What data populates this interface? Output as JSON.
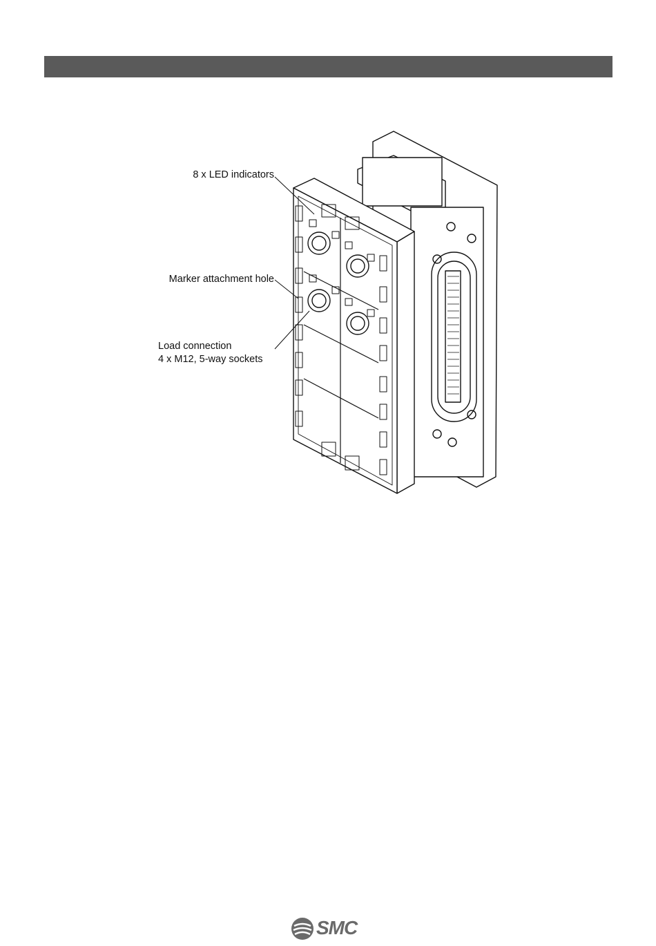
{
  "header": {
    "bar_color": "#5a5a5a"
  },
  "figure": {
    "callouts": {
      "led": "8 x LED indicators",
      "marker": "Marker attachment hole",
      "load_line1": "Load connection",
      "load_line2": "4 x M12, 5-way sockets"
    }
  },
  "footer": {
    "logo_text": "SMC",
    "logo_icon": "smc-logo-icon"
  }
}
